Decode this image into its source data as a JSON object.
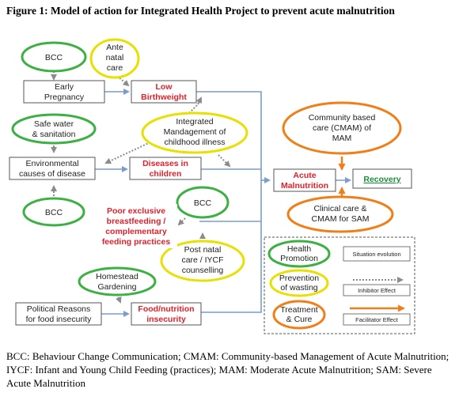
{
  "title": "Figure 1: Model of action for Integrated Health Project to prevent acute malnutrition",
  "nodes": {
    "bcc_top": "BCC",
    "antenatal": [
      "Ante",
      "natal",
      "care"
    ],
    "early_pregnancy": [
      "Early",
      "Pregnancy"
    ],
    "low_birthweight": [
      "Low",
      "Birthweight"
    ],
    "safe_water": [
      "Safe water",
      "& sanitation"
    ],
    "imci": [
      "Integrated",
      "Mandagement of",
      "childhood illness"
    ],
    "environmental": [
      "Environmental",
      "causes of disease"
    ],
    "diseases_children": [
      "Diseases in",
      "children"
    ],
    "bcc_mid": "BCC",
    "bcc_right": "BCC",
    "poor_feeding": [
      "Poor exclusive",
      "breastfeeding /",
      "complementary",
      "feeding practices"
    ],
    "postnatal": [
      "Post natal",
      "care / IYCF",
      "counselling"
    ],
    "homestead": [
      "Homestead",
      "Gardening"
    ],
    "political": [
      "Political Reasons",
      "for food insecurity"
    ],
    "food_insecurity": [
      "Food/nutrition",
      "insecurity"
    ],
    "cmam_mam": [
      "Community based",
      "care (CMAM) of",
      "MAM"
    ],
    "acute_malnutrition": [
      "Acute",
      "Malnutrition"
    ],
    "recovery": "Recovery",
    "clinical_care": [
      "Clinical care &",
      "CMAM  for SAM"
    ]
  },
  "legend": {
    "health_promotion": [
      "Health",
      "Promotion"
    ],
    "situation_evolution": "Situation evolution",
    "prevention": [
      "Prevention",
      "of wasting"
    ],
    "inhibitor": "Inhibitor Effect",
    "treatment": [
      "Treatment",
      "& Cure"
    ],
    "facilitator": "Facilitator Effect"
  },
  "caption": "BCC: Behaviour Change Communication; CMAM: Community-based Management of Acute Malnutrition; IYCF: Infant and Young Child Feeding (practices); MAM: Moderate Acute Malnutrition; SAM: Severe Acute Malnutrition",
  "colors": {
    "green": "#3cb043",
    "yellow": "#e8e000",
    "orange": "#f07f1a",
    "red_text": "#e0202a",
    "blue_line": "#7a9ccf",
    "grey_arrow": "#8c8c8c"
  }
}
